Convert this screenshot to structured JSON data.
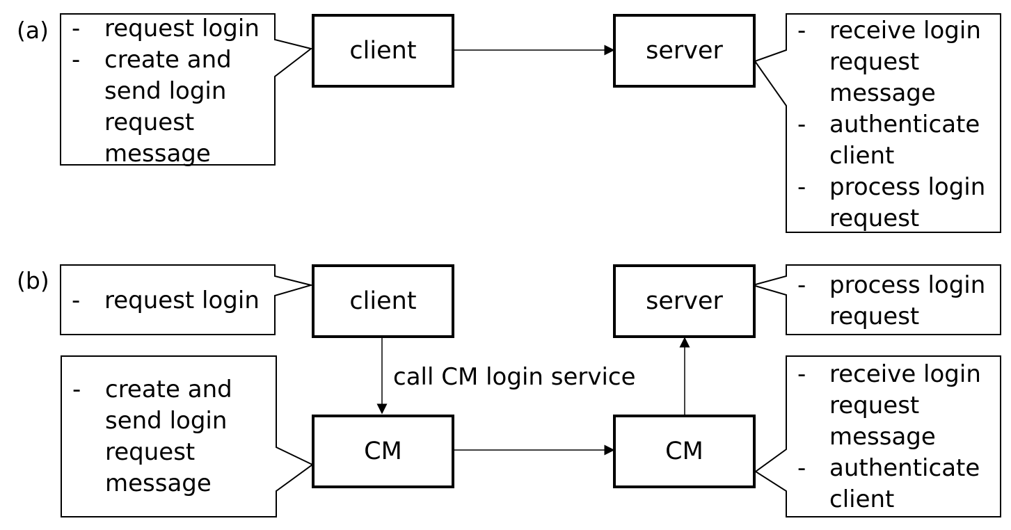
{
  "panels": [
    {
      "label": "(a)",
      "nodes": {
        "client": "client",
        "server": "server"
      },
      "notes": [
        {
          "items": [
            "request login",
            "create and send login request message"
          ]
        },
        {
          "items": [
            "receive login request message",
            "authenticate client",
            "process login request"
          ]
        }
      ]
    },
    {
      "label": "(b)",
      "nodes": {
        "client": "client",
        "server": "server",
        "cm_client": "CM",
        "cm_server": "CM"
      },
      "edge_label": "call CM login service",
      "notes": [
        {
          "items": [
            "request login"
          ]
        },
        {
          "items": [
            "process login request"
          ]
        },
        {
          "items": [
            "create and send login request message"
          ]
        },
        {
          "items": [
            "receive login request message",
            "authenticate client"
          ]
        }
      ]
    }
  ],
  "bullet": "-"
}
